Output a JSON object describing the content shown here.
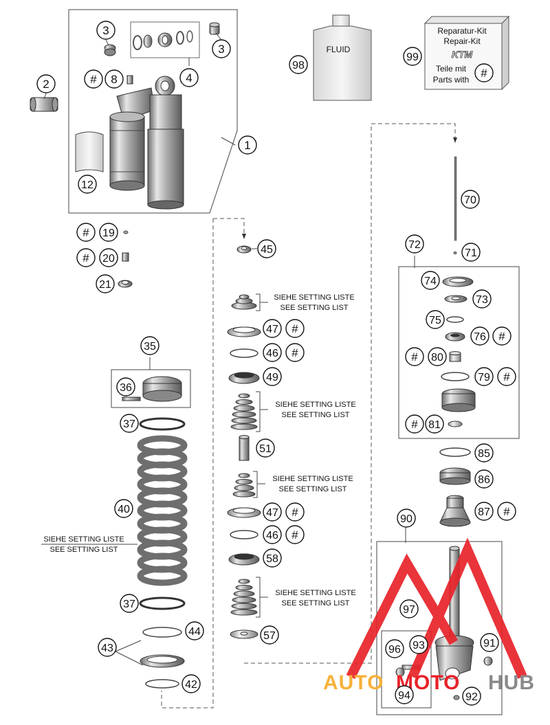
{
  "callouts": [
    {
      "id": "c1",
      "label": "1"
    },
    {
      "id": "c2",
      "label": "2"
    },
    {
      "id": "c3a",
      "label": "3"
    },
    {
      "id": "c3b",
      "label": "3"
    },
    {
      "id": "c4",
      "label": "4"
    },
    {
      "id": "c8",
      "label": "8"
    },
    {
      "id": "c12",
      "label": "12"
    },
    {
      "id": "c19",
      "label": "19"
    },
    {
      "id": "c20",
      "label": "20"
    },
    {
      "id": "c21",
      "label": "21"
    },
    {
      "id": "c35",
      "label": "35"
    },
    {
      "id": "c36",
      "label": "36"
    },
    {
      "id": "c37a",
      "label": "37"
    },
    {
      "id": "c37b",
      "label": "37"
    },
    {
      "id": "c40",
      "label": "40"
    },
    {
      "id": "c42",
      "label": "42"
    },
    {
      "id": "c43",
      "label": "43"
    },
    {
      "id": "c44",
      "label": "44"
    },
    {
      "id": "c45",
      "label": "45"
    },
    {
      "id": "c46a",
      "label": "46"
    },
    {
      "id": "c46b",
      "label": "46"
    },
    {
      "id": "c47a",
      "label": "47"
    },
    {
      "id": "c47b",
      "label": "47"
    },
    {
      "id": "c49",
      "label": "49"
    },
    {
      "id": "c51",
      "label": "51"
    },
    {
      "id": "c57",
      "label": "57"
    },
    {
      "id": "c58",
      "label": "58"
    },
    {
      "id": "c70",
      "label": "70"
    },
    {
      "id": "c71",
      "label": "71"
    },
    {
      "id": "c72",
      "label": "72"
    },
    {
      "id": "c73",
      "label": "73"
    },
    {
      "id": "c74",
      "label": "74"
    },
    {
      "id": "c75",
      "label": "75"
    },
    {
      "id": "c76",
      "label": "76"
    },
    {
      "id": "c79",
      "label": "79"
    },
    {
      "id": "c80",
      "label": "80"
    },
    {
      "id": "c81",
      "label": "81"
    },
    {
      "id": "c85",
      "label": "85"
    },
    {
      "id": "c86",
      "label": "86"
    },
    {
      "id": "c87",
      "label": "87"
    },
    {
      "id": "c90",
      "label": "90"
    },
    {
      "id": "c91",
      "label": "91"
    },
    {
      "id": "c92",
      "label": "92"
    },
    {
      "id": "c93",
      "label": "93"
    },
    {
      "id": "c94",
      "label": "94"
    },
    {
      "id": "c96",
      "label": "96"
    },
    {
      "id": "c97",
      "label": "97"
    },
    {
      "id": "c98",
      "label": "98"
    },
    {
      "id": "c99",
      "label": "99"
    }
  ],
  "hash_marker": "#",
  "fluid_label": "FLUID",
  "repair_kit": {
    "line1": "Reparatur-Kit",
    "line2": "Repair-Kit",
    "brand": "KTM",
    "line3": "Teile mit",
    "line4": "Parts with"
  },
  "setting_note": {
    "line1": "SIEHE SETTING LISTE",
    "line2": "SEE SETTING LIST"
  },
  "watermark": {
    "part1": "AUTO",
    "part2": "MOTO",
    "part3": "HUB",
    "colors": {
      "orange": "#f6b13a",
      "red": "#e8232a",
      "gray": "#8a8a8a"
    }
  }
}
